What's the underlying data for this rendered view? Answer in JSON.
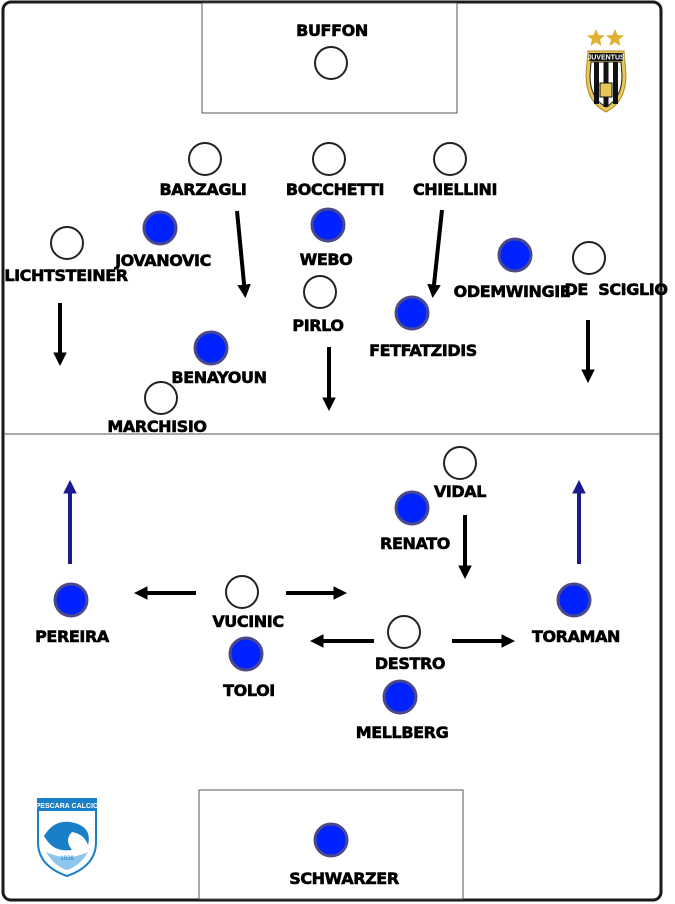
{
  "colors": {
    "pitch_line": "#1a1a1a",
    "juventus_player": "#ffffff",
    "pescara_player": "#0022ff",
    "pescara_player_ring": "#4a4a8a",
    "arrow_black": "#000000",
    "arrow_navy": "#1a1a8c"
  },
  "players": [
    {
      "id": "buffon",
      "name": "BUFFON",
      "team": "juventus"
    },
    {
      "id": "barzagli",
      "name": "BARZAGLI",
      "team": "juventus"
    },
    {
      "id": "bocchetti",
      "name": "BOCCHETTI",
      "team": "juventus"
    },
    {
      "id": "chiellini",
      "name": "CHIELLINI",
      "team": "juventus"
    },
    {
      "id": "lichtsteiner",
      "name": "LICHTSTEINER",
      "team": "juventus"
    },
    {
      "id": "de-sciglio",
      "name": "DE  SCIGLIO",
      "team": "juventus"
    },
    {
      "id": "pirlo",
      "name": "PIRLO",
      "team": "juventus"
    },
    {
      "id": "marchisio",
      "name": "MARCHISIO",
      "team": "juventus"
    },
    {
      "id": "vidal",
      "name": "VIDAL",
      "team": "juventus"
    },
    {
      "id": "vucinic",
      "name": "VUCINIC",
      "team": "juventus"
    },
    {
      "id": "destro",
      "name": "DESTRO",
      "team": "juventus"
    },
    {
      "id": "jovanovic",
      "name": "JOVANOVIC",
      "team": "pescara"
    },
    {
      "id": "webo",
      "name": "WEBO",
      "team": "pescara"
    },
    {
      "id": "odemwingie",
      "name": "ODEMWINGIE",
      "team": "pescara"
    },
    {
      "id": "fetfatzidis",
      "name": "FETFATZIDIS",
      "team": "pescara"
    },
    {
      "id": "benayoun",
      "name": "BENAYOUN",
      "team": "pescara"
    },
    {
      "id": "renato",
      "name": "RENATO",
      "team": "pescara"
    },
    {
      "id": "pereira",
      "name": "PEREIRA",
      "team": "pescara"
    },
    {
      "id": "toraman",
      "name": "TORAMAN",
      "team": "pescara"
    },
    {
      "id": "toloi",
      "name": "TOLOI",
      "team": "pescara"
    },
    {
      "id": "mellberg",
      "name": "MELLBERG",
      "team": "pescara"
    },
    {
      "id": "schwarzer",
      "name": "SCHWARZER",
      "team": "pescara"
    }
  ],
  "crests": {
    "juventus": {
      "icon": "juventus-crest-icon",
      "text": "JUVENTUS"
    },
    "pescara": {
      "icon": "pescara-crest-icon",
      "text": "PESCARA CALCIO",
      "year": "1936"
    }
  }
}
